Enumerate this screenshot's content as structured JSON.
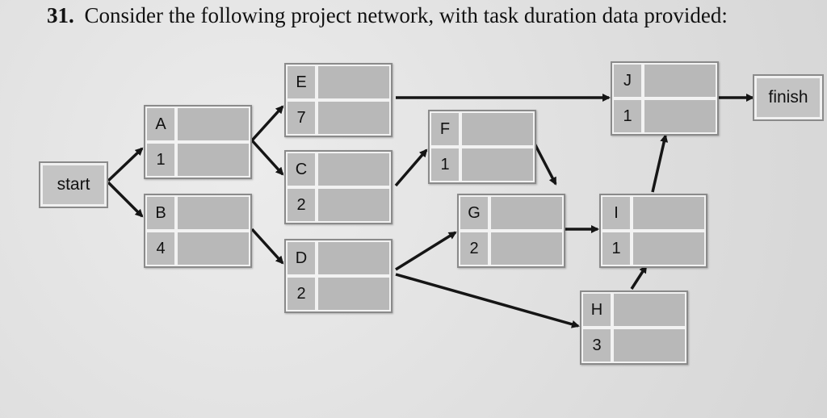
{
  "question": {
    "number": "31.",
    "text": "Consider the following project network, with task duration data provided:"
  },
  "start_label": "start",
  "finish_label": "finish",
  "tasks": {
    "A": {
      "name": "A",
      "duration": "1"
    },
    "B": {
      "name": "B",
      "duration": "4"
    },
    "C": {
      "name": "C",
      "duration": "2"
    },
    "D": {
      "name": "D",
      "duration": "2"
    },
    "E": {
      "name": "E",
      "duration": "7"
    },
    "F": {
      "name": "F",
      "duration": "1"
    },
    "G": {
      "name": "G",
      "duration": "2"
    },
    "H": {
      "name": "H",
      "duration": "3"
    },
    "I": {
      "name": "I",
      "duration": "1"
    },
    "J": {
      "name": "J",
      "duration": "1"
    }
  },
  "edges": [
    [
      "start",
      "A"
    ],
    [
      "start",
      "B"
    ],
    [
      "A",
      "E"
    ],
    [
      "A",
      "C"
    ],
    [
      "B",
      "D"
    ],
    [
      "E",
      "J"
    ],
    [
      "C",
      "F"
    ],
    [
      "F",
      "G"
    ],
    [
      "D",
      "G"
    ],
    [
      "D",
      "H"
    ],
    [
      "G",
      "I"
    ],
    [
      "H",
      "I"
    ],
    [
      "I",
      "J"
    ],
    [
      "J",
      "finish"
    ]
  ]
}
